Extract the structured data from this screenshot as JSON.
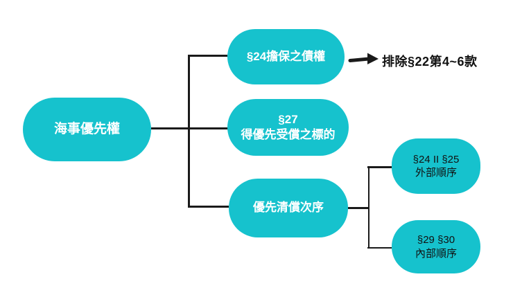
{
  "colors": {
    "node_fill": "#16c2cd",
    "node_text_light": "#ffffff",
    "node_text_dark": "#111111",
    "connector": "#1a1a1a",
    "background": "#ffffff"
  },
  "nodes": {
    "root": {
      "label": "海事優先權"
    },
    "s24": {
      "label": "§24擔保之債權"
    },
    "s27": {
      "line1": "§27",
      "line2": "得優先受償之標的"
    },
    "order": {
      "label": "優先清償次序"
    },
    "external": {
      "line1": "§24 II §25",
      "line2": "外部順序"
    },
    "internal": {
      "line1": "§29 §30",
      "line2": "內部順序"
    }
  },
  "annotation": {
    "text": "排除§22第4~6款"
  },
  "icons": {
    "arrow_right": "→"
  }
}
